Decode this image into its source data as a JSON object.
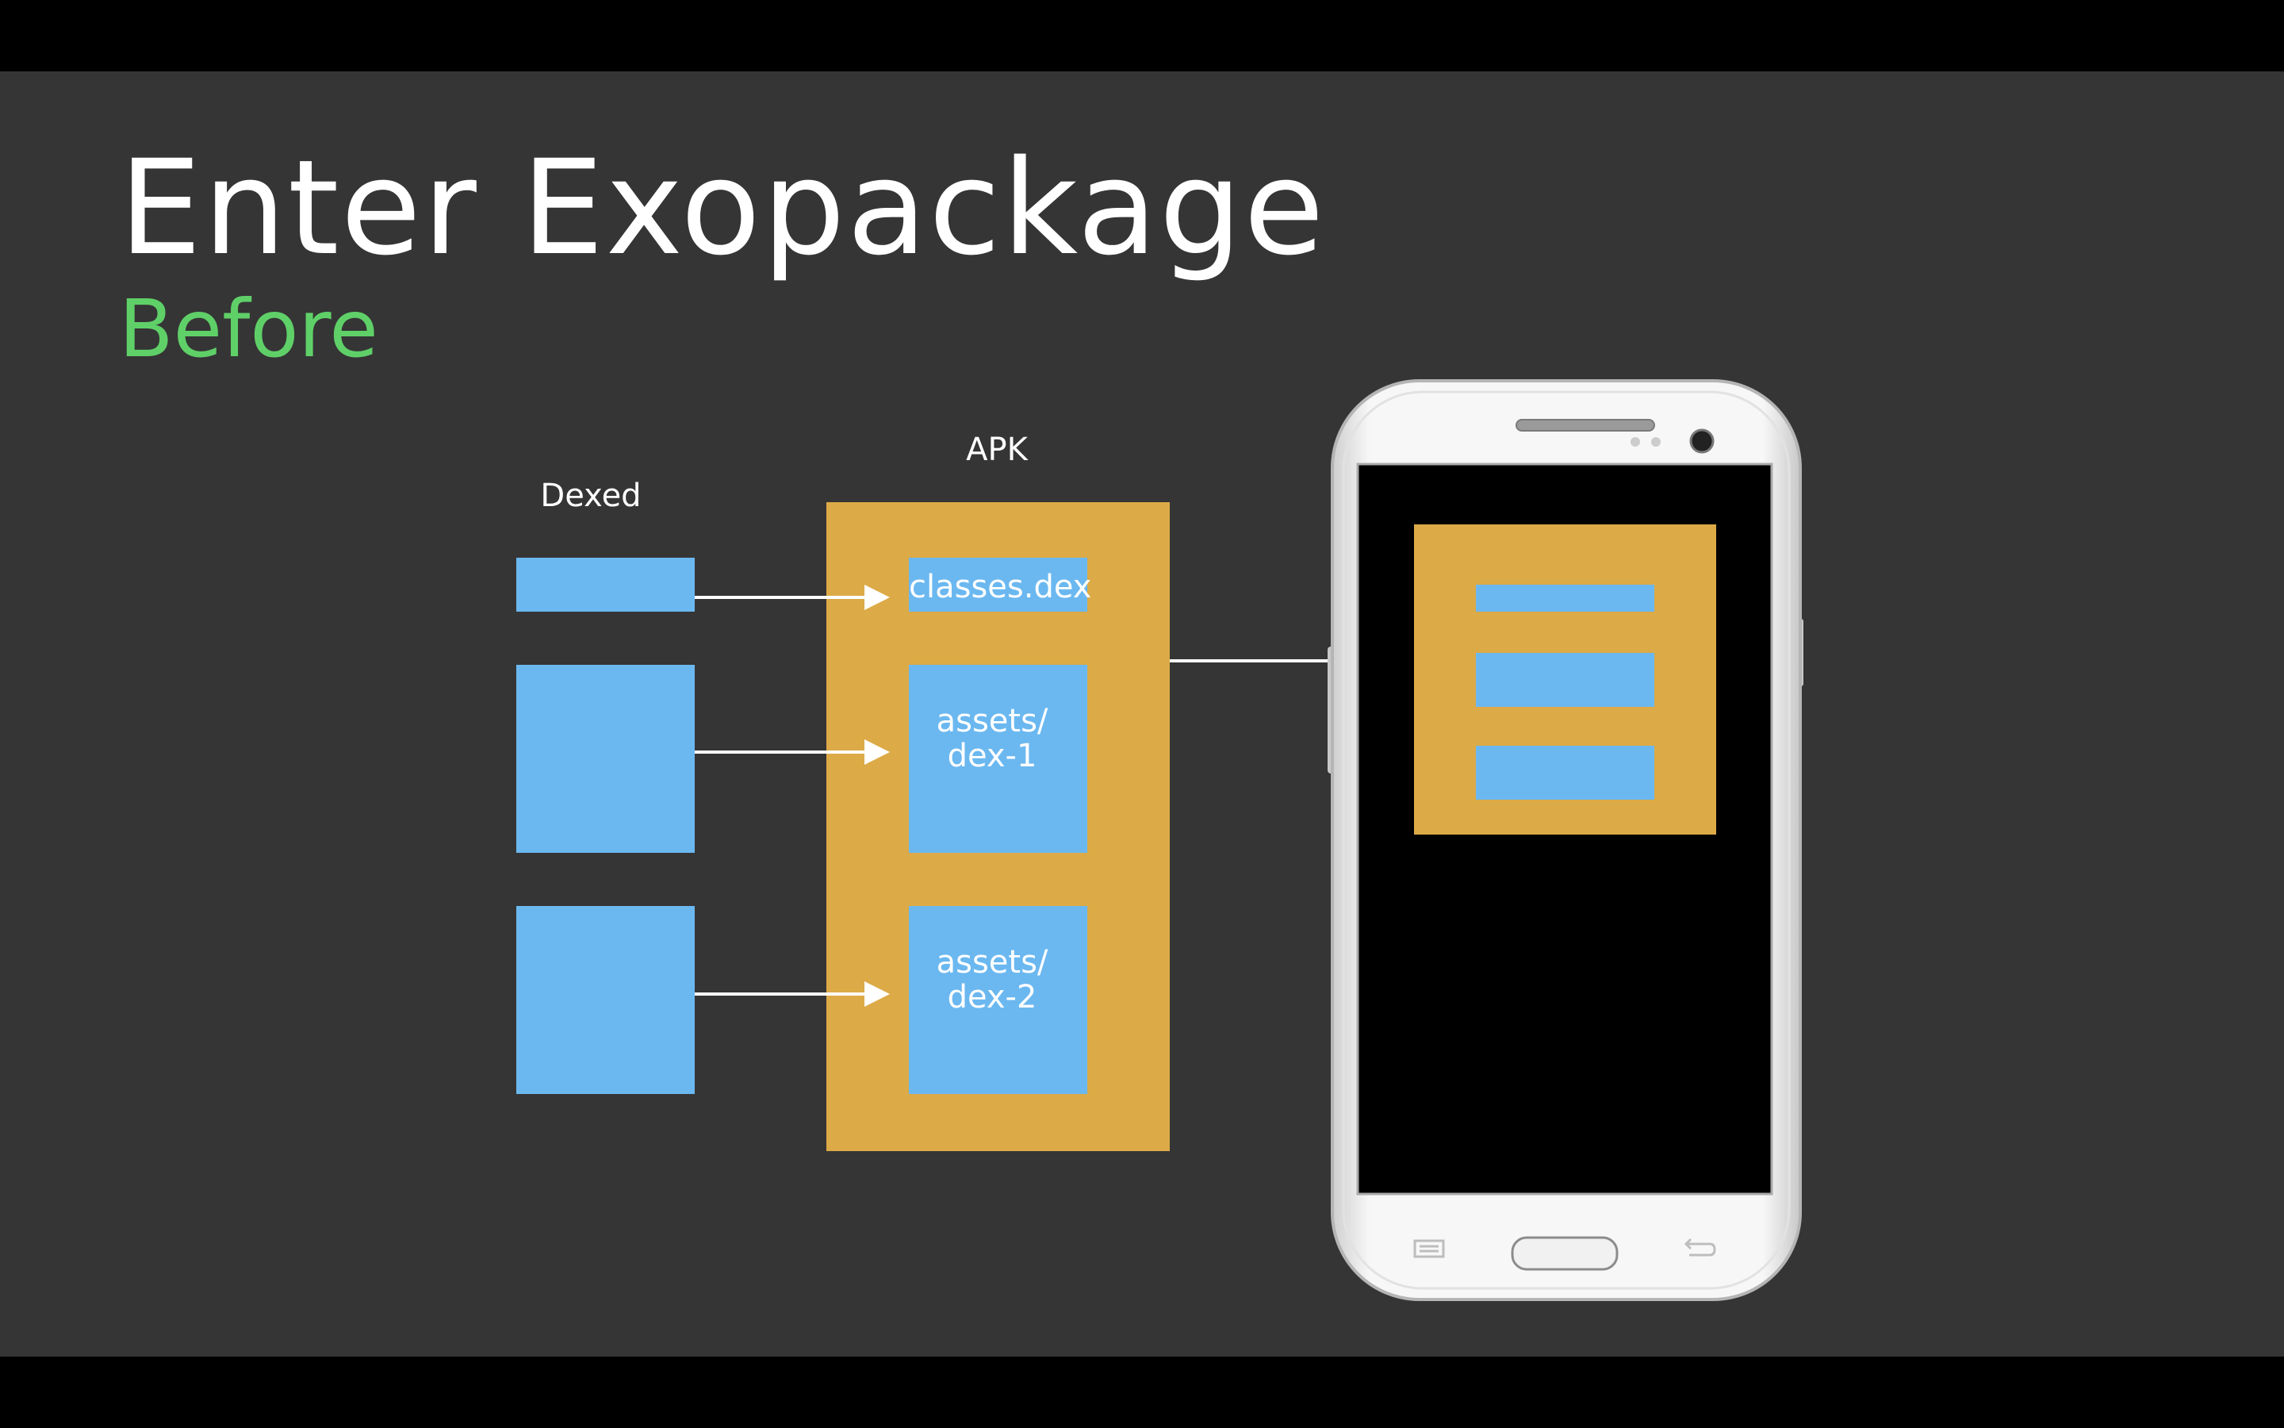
{
  "slide": {
    "title": "Enter Exopackage",
    "subtitle": "Before"
  },
  "diagram": {
    "dexed_label": "Dexed",
    "apk_label": "APK",
    "apk_entries": [
      {
        "label_line1": "classes.dex",
        "label_line2": ""
      },
      {
        "label_line1": "assets/",
        "label_line2": "dex-1"
      },
      {
        "label_line1": "assets/",
        "label_line2": "dex-2"
      }
    ]
  },
  "colors": {
    "background": "#353535",
    "letterbox": "#000000",
    "title": "#ffffff",
    "subtitle": "#5fd068",
    "dex_blue": "#6bb8f0",
    "apk_gold": "#dcaa47"
  },
  "icons": {
    "phone": "smartphone-icon",
    "menu": "menu-key-icon",
    "back": "back-key-icon",
    "home": "home-button-icon"
  }
}
